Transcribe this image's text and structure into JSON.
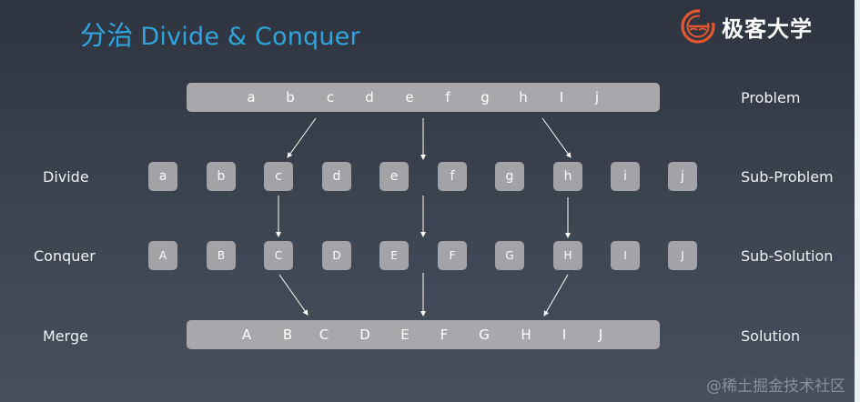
{
  "title": {
    "cn": "分治",
    "en": "Divide & Conquer"
  },
  "logo": {
    "text": "极客大学",
    "icon": "geekbang-g-logo-icon",
    "color": "#e4572e"
  },
  "problem": {
    "letters": [
      "a",
      "b",
      "c",
      "d",
      "e",
      "f",
      "g",
      "h",
      "I",
      "j"
    ],
    "label": "Problem"
  },
  "divide": {
    "row_label": "Divide",
    "letters": [
      "a",
      "b",
      "c",
      "d",
      "e",
      "f",
      "g",
      "h",
      "i",
      "j"
    ],
    "label": "Sub-Problem"
  },
  "conquer": {
    "row_label": "Conquer",
    "letters": [
      "A",
      "B",
      "C",
      "D",
      "E",
      "F",
      "G",
      "H",
      "I",
      "J"
    ],
    "label": "Sub-Solution"
  },
  "merge": {
    "row_label": "Merge",
    "letters": [
      "A",
      "B",
      "C",
      "D",
      "E",
      "F",
      "G",
      "H",
      "I",
      "J"
    ],
    "label": "Solution"
  },
  "watermark": "@稀土掘金技术社区",
  "colors": {
    "title": "#2ea6dd",
    "bar": "#a9a7ab",
    "box": "#a3a3a7",
    "text": "#f0f3f5"
  }
}
